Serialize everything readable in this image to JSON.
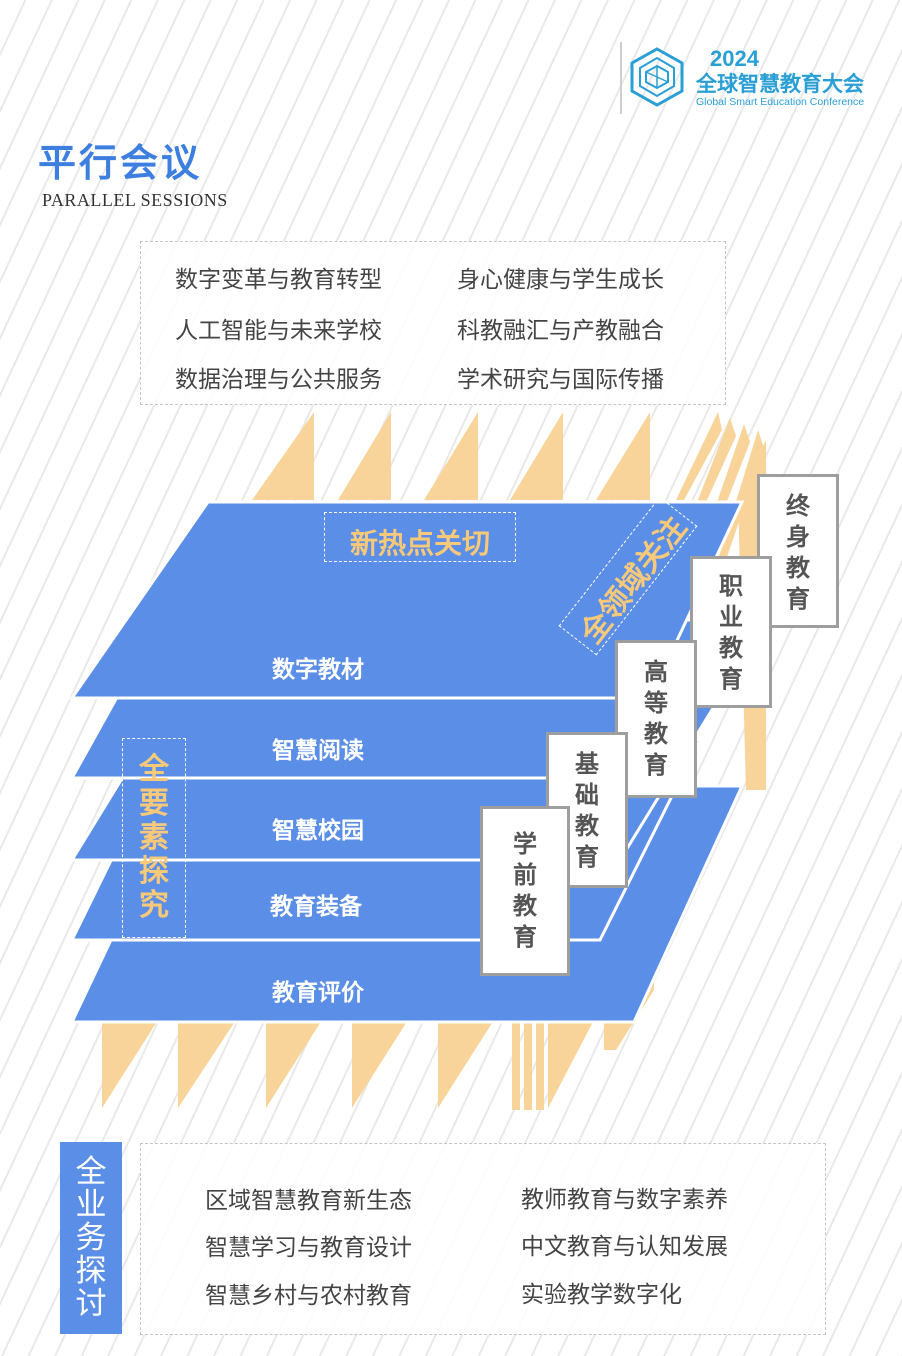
{
  "header": {
    "year": "2024",
    "conference_cn": "全球智慧教育大会",
    "conference_en": "Global Smart Education Conference",
    "logo_icon": "conference-logo-icon"
  },
  "page": {
    "title": "平行会议",
    "subtitle": "PARALLEL SESSIONS"
  },
  "top_topics": [
    "数字变革与教育转型",
    "身心健康与学生成长",
    "人工智能与未来学校",
    "科教融汇与产教融合",
    "数据治理与公共服务",
    "学术研究与国际传播"
  ],
  "stack": {
    "hot_label": "新热点关切",
    "domain_label": "全领域关注",
    "element_label": "全要素探究",
    "layers": [
      "数字教材",
      "智慧阅读",
      "智慧校园",
      "教育装备",
      "教育评价"
    ],
    "stages": [
      "终身教育",
      "职业教育",
      "高等教育",
      "基础教育",
      "学前教育"
    ]
  },
  "bottom": {
    "tag": "全业务探讨",
    "topics": [
      "区域智慧教育新生态",
      "教师教育与数字素养",
      "智慧学习与教育设计",
      "中文教育与认知发展",
      "智慧乡村与农村教育",
      "实验教学数字化"
    ]
  },
  "colors": {
    "layer_blue": "#5b8ee6",
    "stripe_orange": "#f9d49a",
    "accent_orange": "#f9c97a",
    "title_blue": "#3d7fe0",
    "logo_blue": "#2a9fd6"
  }
}
